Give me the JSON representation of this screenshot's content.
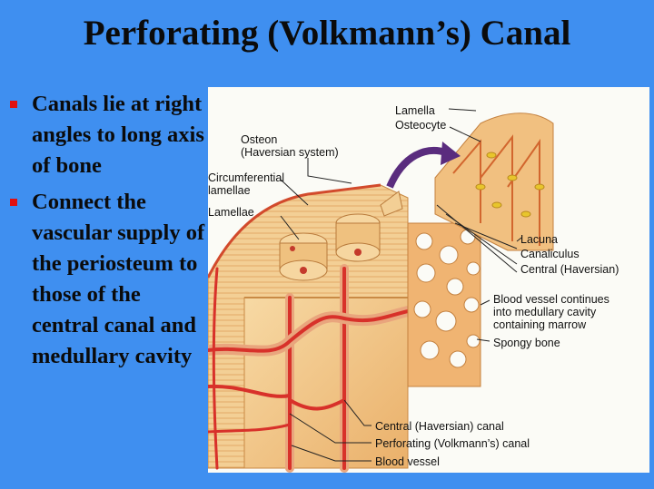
{
  "slide": {
    "title": "Perforating (Volkmann’s) Canal",
    "bullets": [
      "Canals lie at right angles to long axis of bone",
      "Connect the vascular supply of the periosteum to those of the central canal and medullary cavity"
    ]
  },
  "figure": {
    "labels": {
      "osteon_1": "Osteon",
      "osteon_2": "(Haversian system)",
      "circumferential_1": "Circumferential",
      "circumferential_2": "lamellae",
      "lamellae": "Lamellae",
      "lamella": "Lamella",
      "osteocyte": "Osteocyte",
      "lacuna": "Lacuna",
      "canaliculus": "Canaliculus",
      "central_haversian": "Central (Haversian)",
      "blood_vessel_1": "Blood vessel continues",
      "blood_vessel_2": "into medullary cavity",
      "blood_vessel_3": "containing marrow",
      "spongy_bone": "Spongy bone",
      "central_canal": "Central (Haversian) canal",
      "perforating_canal": "Perforating (Volkmann’s) canal",
      "blood_vessel": "Blood vessel"
    }
  },
  "colors": {
    "background": "#3f8ff0",
    "bullet": "#e01010",
    "bone": "#f2c58a",
    "vessel": "#d8312a"
  }
}
